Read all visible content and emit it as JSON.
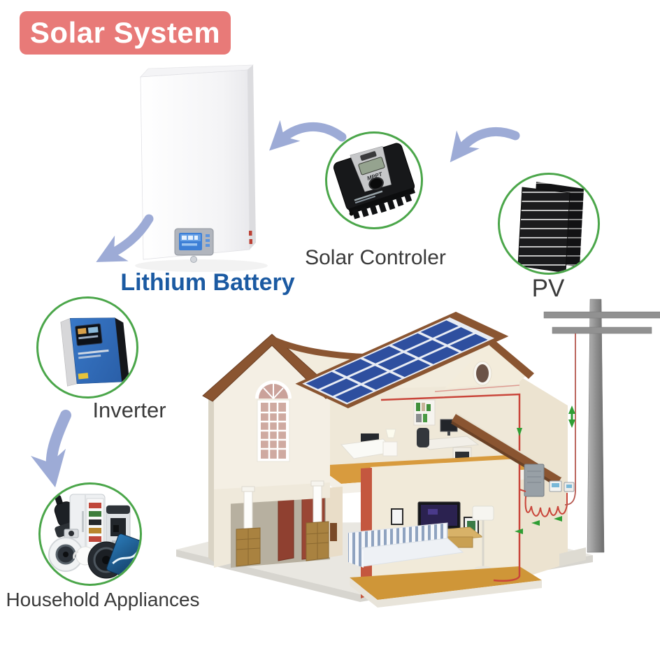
{
  "title": {
    "text": "Solar System"
  },
  "labels": {
    "battery": "Lithium Battery",
    "controller": "Solar Controler",
    "pv": "PV",
    "inverter": "Inverter",
    "appliances": "Household Appliances"
  },
  "devices": {
    "controller_screen_label": "MPPT"
  },
  "colors": {
    "banner_bg": "#e87a78",
    "banner_text": "#ffffff",
    "battery_label": "#1b5aa2",
    "component_label": "#3a3a3a",
    "circle_ring": "#4ba64a",
    "arrow": "#9dabd6",
    "wire": "#c9453a",
    "roof": "#8a5531",
    "solar_panel": "#2e4f9f",
    "green_flow_arrow": "#2f9e34"
  }
}
